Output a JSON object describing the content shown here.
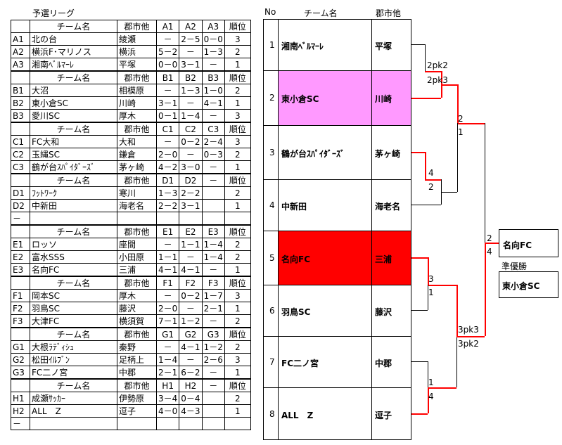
{
  "prelim_title": "予選リーグ",
  "groups": [
    {
      "header": [
        "チーム名",
        "郡市他",
        "A1",
        "A2",
        "A3",
        "順位"
      ],
      "rows": [
        [
          "A1",
          "北の台",
          "綾瀬",
          "－",
          "2－5",
          "0－0",
          "3"
        ],
        [
          "A2",
          "横浜F･マリノス",
          "横浜",
          "5－2",
          "－",
          "1－3",
          "2"
        ],
        [
          "A3",
          "湘南ﾍﾞﾙﾏｰﾚ",
          "平塚",
          "0－0",
          "3－1",
          "－",
          "1"
        ]
      ]
    },
    {
      "header": [
        "チーム名",
        "郡市他",
        "B1",
        "B2",
        "B3",
        "順位"
      ],
      "rows": [
        [
          "B1",
          "大沼",
          "相模原",
          "－",
          "1－3",
          "1－0",
          "2"
        ],
        [
          "B2",
          "東小倉SC",
          "川崎",
          "3－1",
          "－",
          "4－1",
          "1"
        ],
        [
          "B3",
          "愛川SC",
          "厚木",
          "0－1",
          "1－4",
          "－",
          "3"
        ]
      ]
    },
    {
      "header": [
        "チーム名",
        "郡市他",
        "C1",
        "C2",
        "C3",
        "順位"
      ],
      "rows": [
        [
          "C1",
          "FC大和",
          "大和",
          "－",
          "0－2",
          "2－4",
          "3"
        ],
        [
          "C2",
          "玉縄SC",
          "鎌倉",
          "2－0",
          "－",
          "0－3",
          "2"
        ],
        [
          "C3",
          "鶴が台ｽﾊﾟｲﾀﾞｰｽﾞ",
          "茅ヶ崎",
          "4－2",
          "3－0",
          "－",
          "1"
        ]
      ]
    },
    {
      "header": [
        "チーム名",
        "郡市他",
        "D1",
        "D2",
        "－",
        "順位"
      ],
      "rows": [
        [
          "D1",
          "ﾌｯﾄﾜｰｸ",
          "寒川",
          "1－3",
          "2－2",
          "",
          "2"
        ],
        [
          "D2",
          "中新田",
          "海老名",
          "2－2",
          "3－1",
          "",
          "1"
        ],
        [
          "－",
          "",
          "",
          "",
          "",
          "",
          ""
        ]
      ]
    },
    {
      "header": [
        "チーム名",
        "郡市他",
        "E1",
        "E2",
        "E3",
        "順位"
      ],
      "rows": [
        [
          "E1",
          "ロッソ",
          "座間",
          "－",
          "1－1",
          "1－4",
          "2"
        ],
        [
          "E2",
          "富水SSS",
          "小田原",
          "1－1",
          "－",
          "1－4",
          "2"
        ],
        [
          "E3",
          "名向FC",
          "三浦",
          "4－1",
          "4－1",
          "－",
          "1"
        ]
      ]
    },
    {
      "header": [
        "チーム名",
        "郡市他",
        "F1",
        "F2",
        "F3",
        "順位"
      ],
      "rows": [
        [
          "F1",
          "岡本SC",
          "厚木",
          "－",
          "0－2",
          "1－7",
          "3"
        ],
        [
          "F2",
          "羽鳥SC",
          "藤沢",
          "2－0",
          "－",
          "2－1",
          "1"
        ],
        [
          "F3",
          "大津FC",
          "横須賀",
          "7－1",
          "1－2",
          "－",
          "2"
        ]
      ]
    },
    {
      "header": [
        "チーム名",
        "郡市他",
        "G1",
        "G2",
        "G3",
        "順位"
      ],
      "rows": [
        [
          "G1",
          "大根ﾗﾃﾞｨｼｭ",
          "秦野",
          "－",
          "4－1",
          "1－2",
          "2"
        ],
        [
          "G2",
          "松田ｲﾙﾌﾞﾝ",
          "足柄上",
          "1－4",
          "－",
          "2－6",
          "3"
        ],
        [
          "G3",
          "FC二ノ宮",
          "中郡",
          "2－1",
          "6－2",
          "－",
          "1"
        ]
      ]
    },
    {
      "header": [
        "チーム名",
        "郡市他",
        "H1",
        "H2",
        "－",
        "順位"
      ],
      "rows": [
        [
          "H1",
          "成瀬ｻｯｶｰ",
          "伊勢原",
          "3－4",
          "0－4",
          "",
          "2"
        ],
        [
          "H2",
          "ALL　Z",
          "逗子",
          "4－0",
          "4－3",
          "",
          "1"
        ],
        [
          "－",
          "",
          "",
          "",
          "",
          "",
          ""
        ]
      ]
    }
  ],
  "bracket": {
    "header": {
      "no": "No",
      "team": "チーム名",
      "city": "郡市他"
    },
    "entries": [
      {
        "no": "1",
        "team": "湘南ﾍﾞﾙﾏｰﾚ",
        "city": "平塚",
        "highlight": "none"
      },
      {
        "no": "2",
        "team": "東小倉SC",
        "city": "川崎",
        "highlight": "#ff99ff"
      },
      {
        "no": "3",
        "team": "鶴が台ｽﾊﾟｲﾀﾞｰｽﾞ",
        "city": "茅ヶ崎",
        "highlight": "none"
      },
      {
        "no": "4",
        "team": "中新田",
        "city": "海老名",
        "highlight": "none"
      },
      {
        "no": "5",
        "team": "名向FC",
        "city": "三浦",
        "highlight": "#ff0000"
      },
      {
        "no": "6",
        "team": "羽鳥SC",
        "city": "藤沢",
        "highlight": "none"
      },
      {
        "no": "7",
        "team": "FC二ノ宮",
        "city": "中郡",
        "highlight": "none"
      },
      {
        "no": "8",
        "team": "ALL　Z",
        "city": "逗子",
        "highlight": "none"
      }
    ],
    "scores": {
      "m1_top": "2pk2",
      "m1_bot": "2pk3",
      "m2_top": "",
      "m2_bot": "4",
      "m2_bot2": "2",
      "m3_top": "3",
      "m3_bot": "1",
      "m4_top": "1",
      "m4_bot": "4",
      "sf1_top": "2",
      "sf1_bot": "1",
      "sf2_top": "3pk3",
      "sf2_bot": "3pk2",
      "final_top": "2",
      "final_bot": "4"
    },
    "winner": "名向FC",
    "runner_up_label": "準優勝",
    "runner_up": "東小倉SC",
    "accent_color": "#ff0000"
  }
}
